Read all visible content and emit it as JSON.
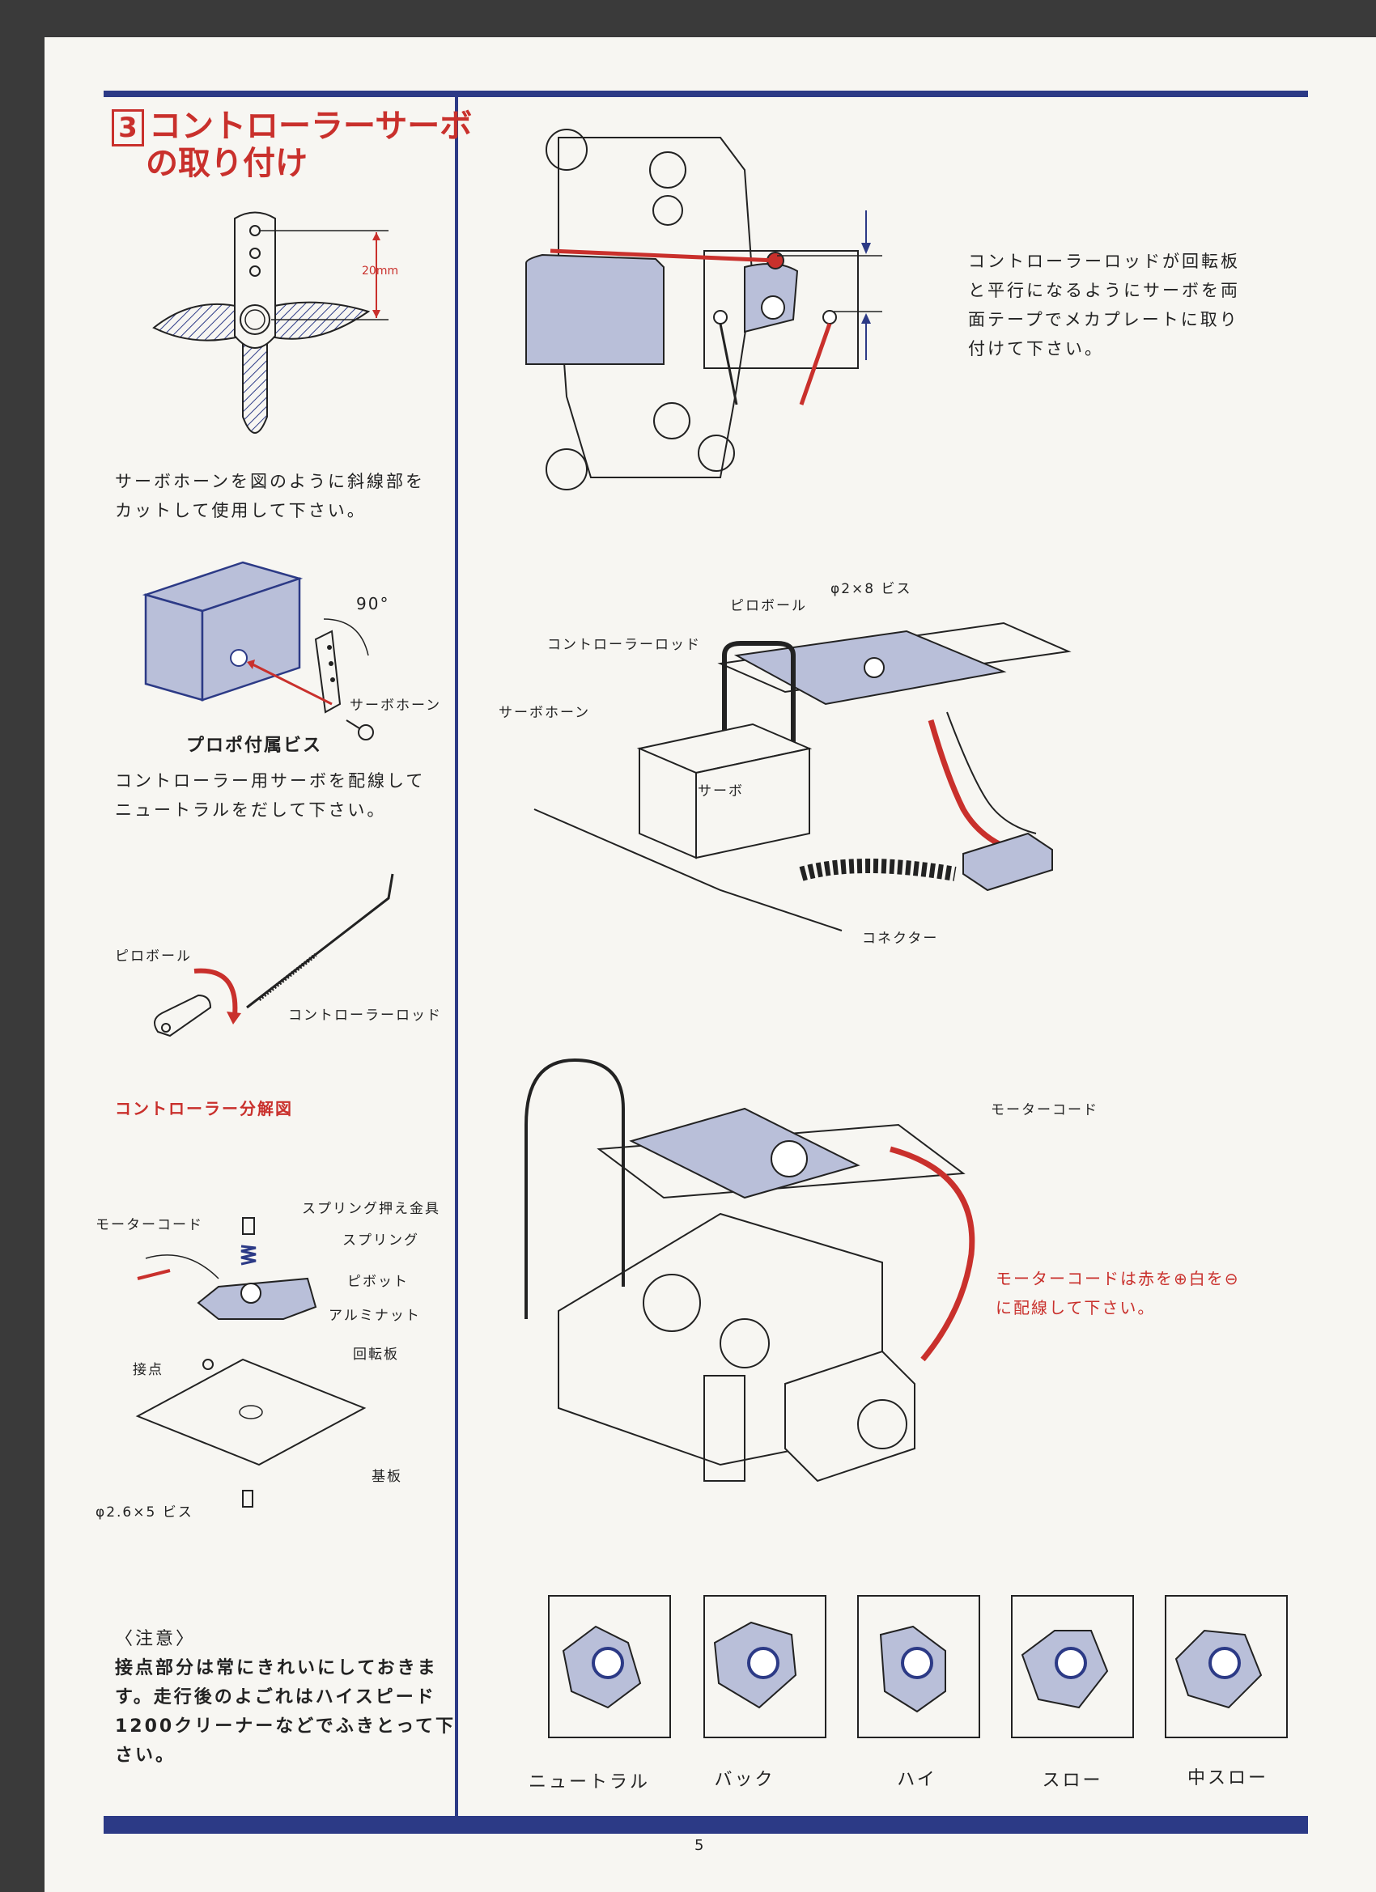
{
  "section": {
    "number": "3",
    "title_line1": "コントローラーサーボ",
    "title_line2": "の取り付け"
  },
  "servo_horn": {
    "dimension": "20mm",
    "caption_line1": "サーボホーンを図のように斜線部を",
    "caption_line2": "カットして使用して下さい。"
  },
  "servo_assembly": {
    "angle": "90°",
    "horn_label": "サーボホーン",
    "screw_label": "プロポ付属ビス",
    "caption_line1": "コントローラー用サーボを配線して",
    "caption_line2": "ニュートラルをだして下さい。"
  },
  "rod": {
    "ball_label": "ピロボール",
    "rod_label": "コントローラーロッド"
  },
  "exploded": {
    "heading": "コントローラー分解図",
    "labels": {
      "motor_cord": "モーターコード",
      "spring_holder": "スプリング押え金具",
      "spring": "スプリング",
      "pivot": "ピボット",
      "nut": "アルミナット",
      "plate": "回転板",
      "contact": "接点",
      "base": "基板",
      "screw": "φ2.6×5 ビス"
    }
  },
  "caution": {
    "heading": "〈注意〉",
    "line1": "接点部分は常にきれいにしておきま",
    "line2": "す。走行後のよごれはハイスピード",
    "line3": "1200クリーナーなどでふきとって下",
    "line4": "さい。"
  },
  "top_right": {
    "line1": "コントローラーロッドが回転板",
    "line2": "と平行になるようにサーボを両",
    "line3": "面テープでメカプレートに取り",
    "line4": "付けて下さい。"
  },
  "middle": {
    "screw": "φ2×8 ビス",
    "ball": "ピロボール",
    "rod": "コントローラーロッド",
    "horn": "サーボホーン",
    "servo": "サーボ",
    "connector": "コネクター"
  },
  "lower": {
    "motor_cord": "モーターコード",
    "wiring_line1": "モーターコードは赤を⊕白を⊖",
    "wiring_line2": "に配線して下さい。"
  },
  "positions": [
    "ニュートラル",
    "バック",
    "ハイ",
    "スロー",
    "中スロー"
  ],
  "page_number": "5",
  "colors": {
    "accent_blue": "#2c3a86",
    "accent_red": "#c9302c",
    "paper": "#f7f6f2"
  }
}
